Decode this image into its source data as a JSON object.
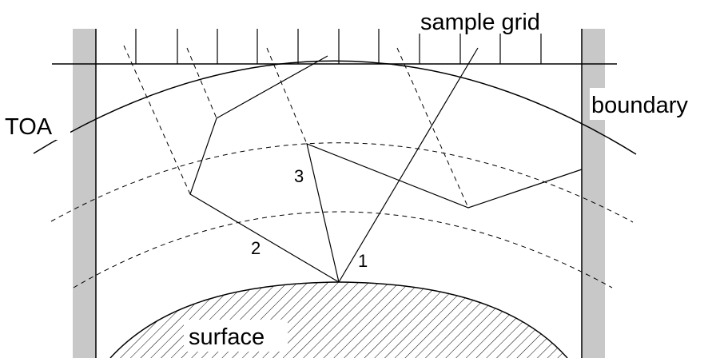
{
  "labels": {
    "sample_grid": "sample grid",
    "boundary": "boundary",
    "toa": "TOA",
    "surface": "surface",
    "path_1": "1",
    "path_2": "2",
    "path_3": "3"
  },
  "colors": {
    "boundary_wall": "#c8c8c8",
    "line": "#000000",
    "background": "#ffffff"
  }
}
